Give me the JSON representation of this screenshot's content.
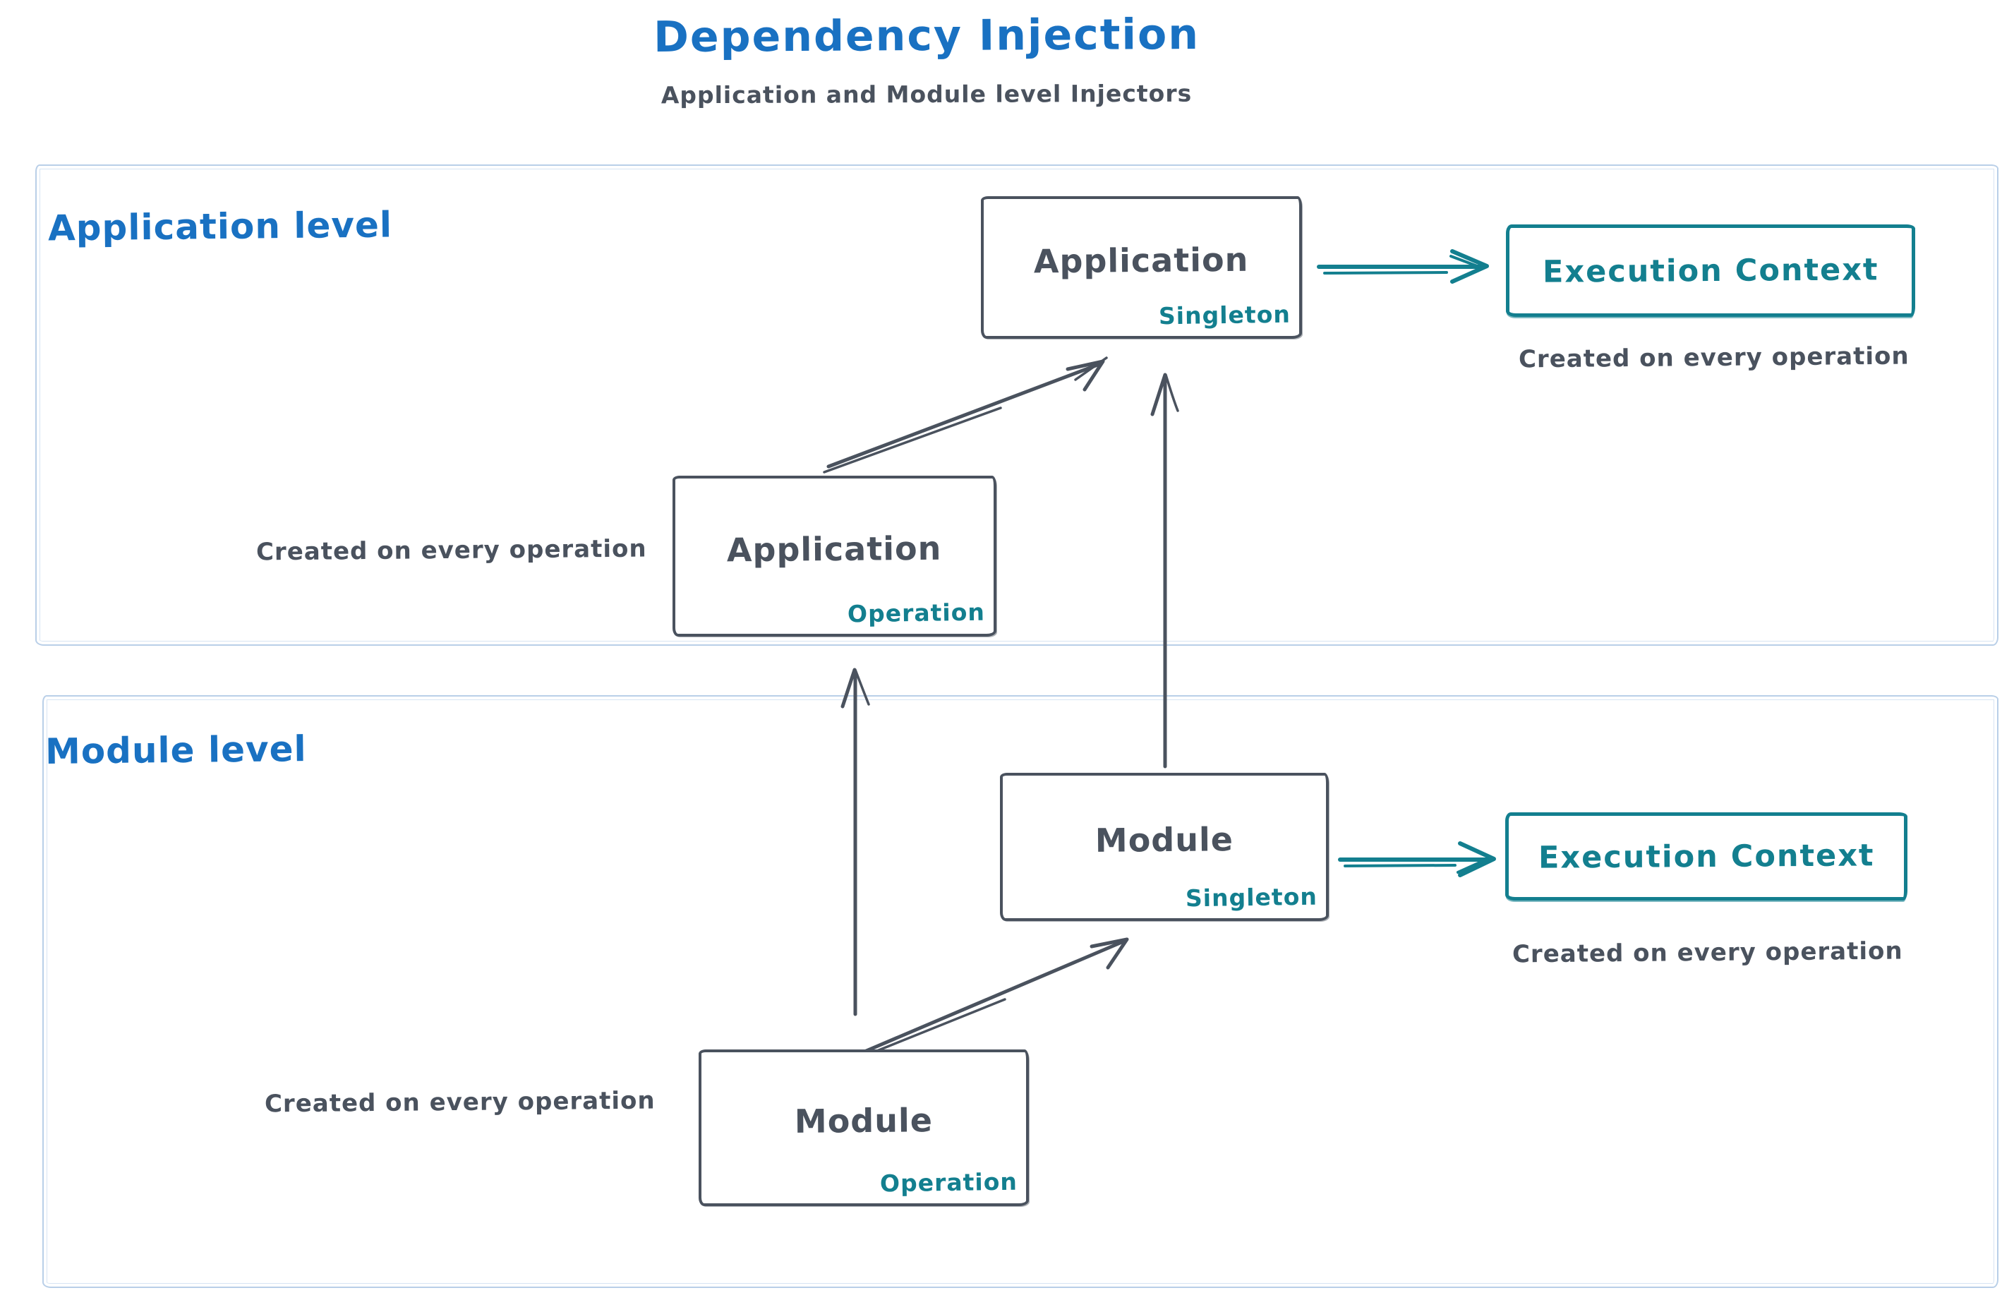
{
  "header": {
    "title": "Dependency Injection",
    "subtitle": "Application and Module level Injectors"
  },
  "colors": {
    "accent_blue": "#1971c2",
    "accent_teal": "#137f8f",
    "stroke_slate": "#4a525e",
    "container_border": "#b9cfe8",
    "background": "#ffffff"
  },
  "application_level": {
    "label": "Application level",
    "singleton_box": {
      "title": "Application",
      "tag": "Singleton"
    },
    "operation_box": {
      "title": "Application",
      "tag": "Operation"
    },
    "operation_note": "Created on every operation",
    "execution_context": {
      "title": "Execution Context",
      "note": "Created on every operation"
    }
  },
  "module_level": {
    "label": "Module level",
    "singleton_box": {
      "title": "Module",
      "tag": "Singleton"
    },
    "operation_box": {
      "title": "Module",
      "tag": "Operation"
    },
    "operation_note": "Created on every operation",
    "execution_context": {
      "title": "Execution Context",
      "note": "Created on every operation"
    }
  },
  "arrows": [
    {
      "from": "application-operation",
      "to": "application-singleton",
      "color": "#4a525e"
    },
    {
      "from": "module-singleton",
      "to": "application-singleton",
      "color": "#4a525e"
    },
    {
      "from": "application-singleton",
      "to": "application-execution-context",
      "color": "#137f8f"
    },
    {
      "from": "module-operation",
      "to": "application-operation",
      "color": "#4a525e"
    },
    {
      "from": "module-operation",
      "to": "module-singleton",
      "color": "#4a525e"
    },
    {
      "from": "module-singleton",
      "to": "module-execution-context",
      "color": "#137f8f"
    }
  ]
}
